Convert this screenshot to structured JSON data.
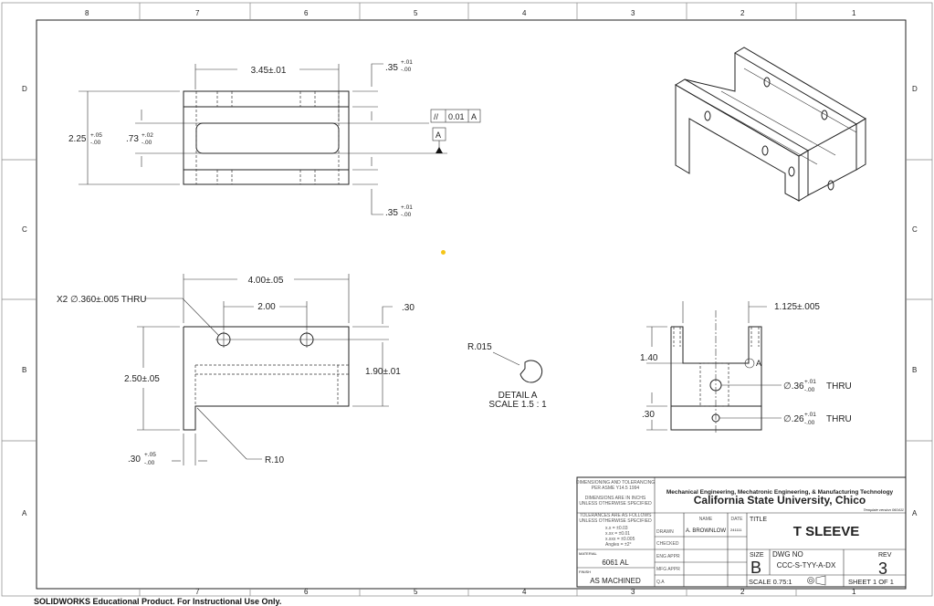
{
  "zones": {
    "columns": [
      "8",
      "7",
      "6",
      "5",
      "4",
      "3",
      "2",
      "1"
    ],
    "rows": [
      "D",
      "C",
      "B",
      "A"
    ]
  },
  "top_view": {
    "width": "3.45±.01",
    "height": "2.25",
    "height_tol_plus": "+.05",
    "height_tol_minus": "-.00",
    "slot": ".73",
    "slot_tol_plus": "+.02",
    "slot_tol_minus": "-.00",
    "wall_top": ".35",
    "wall_top_plus": "+.01",
    "wall_top_minus": "-.00",
    "wall_bottom": ".35",
    "wall_bottom_plus": "+.01",
    "wall_bottom_minus": "-.00",
    "gdt_symbol": "//",
    "gdt_tol": "0.01",
    "gdt_datum": "A",
    "datum_label": "A"
  },
  "front_view": {
    "length": "4.00±.05",
    "hole_spacing": "2.00",
    "hole_callout": "X2 ∅.360±.005 THRU",
    "top_offset": ".30",
    "height": "2.50±.05",
    "hole_height": "1.90±.01",
    "flange": ".30",
    "flange_plus": "+.05",
    "flange_minus": "-.00",
    "radius": "R.10"
  },
  "detail": {
    "radius": "R.015",
    "title": "DETAIL A",
    "scale": "SCALE 1.5 : 1"
  },
  "side_view": {
    "slot_width": "1.125±.005",
    "depth": "1.40",
    "base": ".30",
    "hole1": "∅.36",
    "hole1_plus": "+.01",
    "hole1_minus": "-.00",
    "hole1_suffix": "THRU",
    "hole2": "∅.26",
    "hole2_plus": "+.01",
    "hole2_minus": "-.00",
    "hole2_suffix": "THRU",
    "detail_ref": "A"
  },
  "title_block": {
    "std_1": "DIMENSIONING AND TOLERANCING",
    "std_2": "PER ASME Y14.5 1994",
    "units_1": "DIMENSIONS ARE IN INCHS",
    "units_2": "UNLESS OTHERWISE SPECIFIED",
    "tol_1": "TOLERANCES ARE AS FOLLOWS",
    "tol_2": "UNLESS OTHERWISE SPECIFIED",
    "tol_x": "x.x     = ±0.03",
    "tol_xx": "x.xx    = ±0.01",
    "tol_xxx": "x.xxx  = ±0.005",
    "tol_ang": "Angles = ±2°",
    "material_label": "MATERIAL",
    "material": "6061 AL",
    "finish_label": "FINISH",
    "finish": "AS MACHINED",
    "dept": "Mechanical Engineering, Mechatronic Engineering, & Manufacturing Technology",
    "school": "California State University, Chico",
    "template": "Template version 060411",
    "name_hdr": "NAME",
    "date_hdr": "DATE",
    "rows": [
      {
        "label": "DRAWN",
        "name": "A. BROWNLOW",
        "date": "241111"
      },
      {
        "label": "CHECKED",
        "name": "",
        "date": ""
      },
      {
        "label": "ENG APPR",
        "name": "",
        "date": ""
      },
      {
        "label": "MFG APPR",
        "name": "",
        "date": ""
      },
      {
        "label": "Q.A",
        "name": "",
        "date": ""
      }
    ],
    "title_label": "TITLE",
    "title": "T SLEEVE",
    "size_label": "SIZE",
    "size": "B",
    "dwg_label": "DWG  NO",
    "dwg_no": "CCC-S-TYY-A-DX",
    "rev_label": "REV",
    "rev": "3",
    "scale": "SCALE  0.75:1",
    "sheet": "SHEET 1 OF 1"
  },
  "footer": "SOLIDWORKS Educational Product. For Instructional Use Only.",
  "colors": {
    "marker": "#f5c518",
    "line": "#222222"
  }
}
